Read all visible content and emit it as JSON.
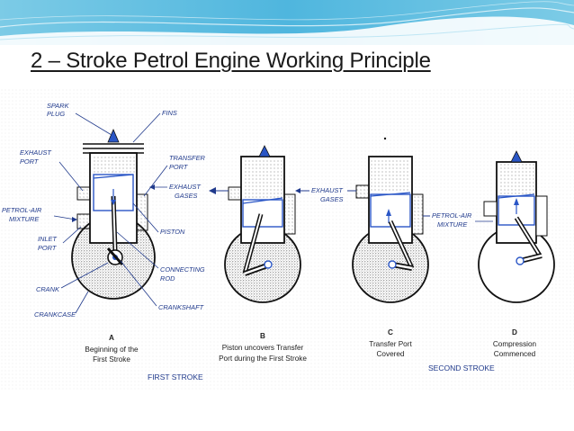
{
  "slide": {
    "title": "2 – Stroke Petrol Engine Working Principle"
  },
  "diagram": {
    "labels": {
      "spark_plug_1": "SPARK",
      "spark_plug_2": "PLUG",
      "fins": "FINS",
      "exhaust_port_1": "EXHAUST",
      "exhaust_port_2": "PORT",
      "transfer_port_1": "TRANSFER",
      "transfer_port_2": "PORT",
      "exhaust_gases_1_a": "EXHAUST",
      "exhaust_gases_1_b": "GASES",
      "petrol_air_1_a": "PETROL-AIR",
      "petrol_air_1_b": "MIXTURE",
      "inlet_port_1": "INLET",
      "inlet_port_2": "PORT",
      "piston": "PISTON",
      "connecting_rod_1": "CONNECTING",
      "connecting_rod_2": "ROD",
      "crank": "CRANK",
      "crankcase": "CRANKCASE",
      "crankshaft": "CRANKSHAFT",
      "exhaust_gases_2_a": "EXHAUST",
      "exhaust_gases_2_b": "GASES",
      "petrol_air_2_a": "PETROL-AIR",
      "petrol_air_2_b": "MIXTURE"
    },
    "panels": [
      {
        "letter": "A",
        "caption_1": "Beginning of the",
        "caption_2": "First Stroke"
      },
      {
        "letter": "B",
        "caption_1": "Piston uncovers Transfer",
        "caption_2": "Port during the First Stroke"
      },
      {
        "letter": "C",
        "caption_1": "Transfer Port",
        "caption_2": "Covered"
      },
      {
        "letter": "D",
        "caption_1": "Compression",
        "caption_2": "Commenced"
      }
    ],
    "strokes": {
      "first": "FIRST STROKE",
      "second": "SECOND STROKE"
    }
  },
  "colors": {
    "label_blue": "#203a8c",
    "piston_blue": "#2a56c6",
    "header_band": "#5bbde0",
    "title_text": "#1a1a1a"
  }
}
